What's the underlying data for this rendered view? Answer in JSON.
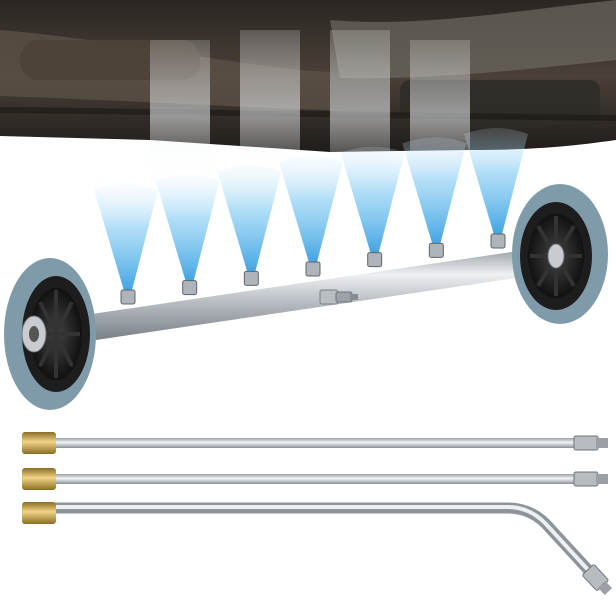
{
  "image": {
    "subject": "undercarriage-cleaner-with-extension-wands",
    "colors": {
      "background": "#ffffff",
      "undercarriage": "#3a3530",
      "steel": "#c8ccd0",
      "wheel_tire": "#7f9aa8",
      "wheel_hub": "#1c1c1c",
      "spray": "#4fb3ec",
      "brass": "#c9a64a"
    },
    "nozzle_count": 7,
    "wand_count": 3
  }
}
